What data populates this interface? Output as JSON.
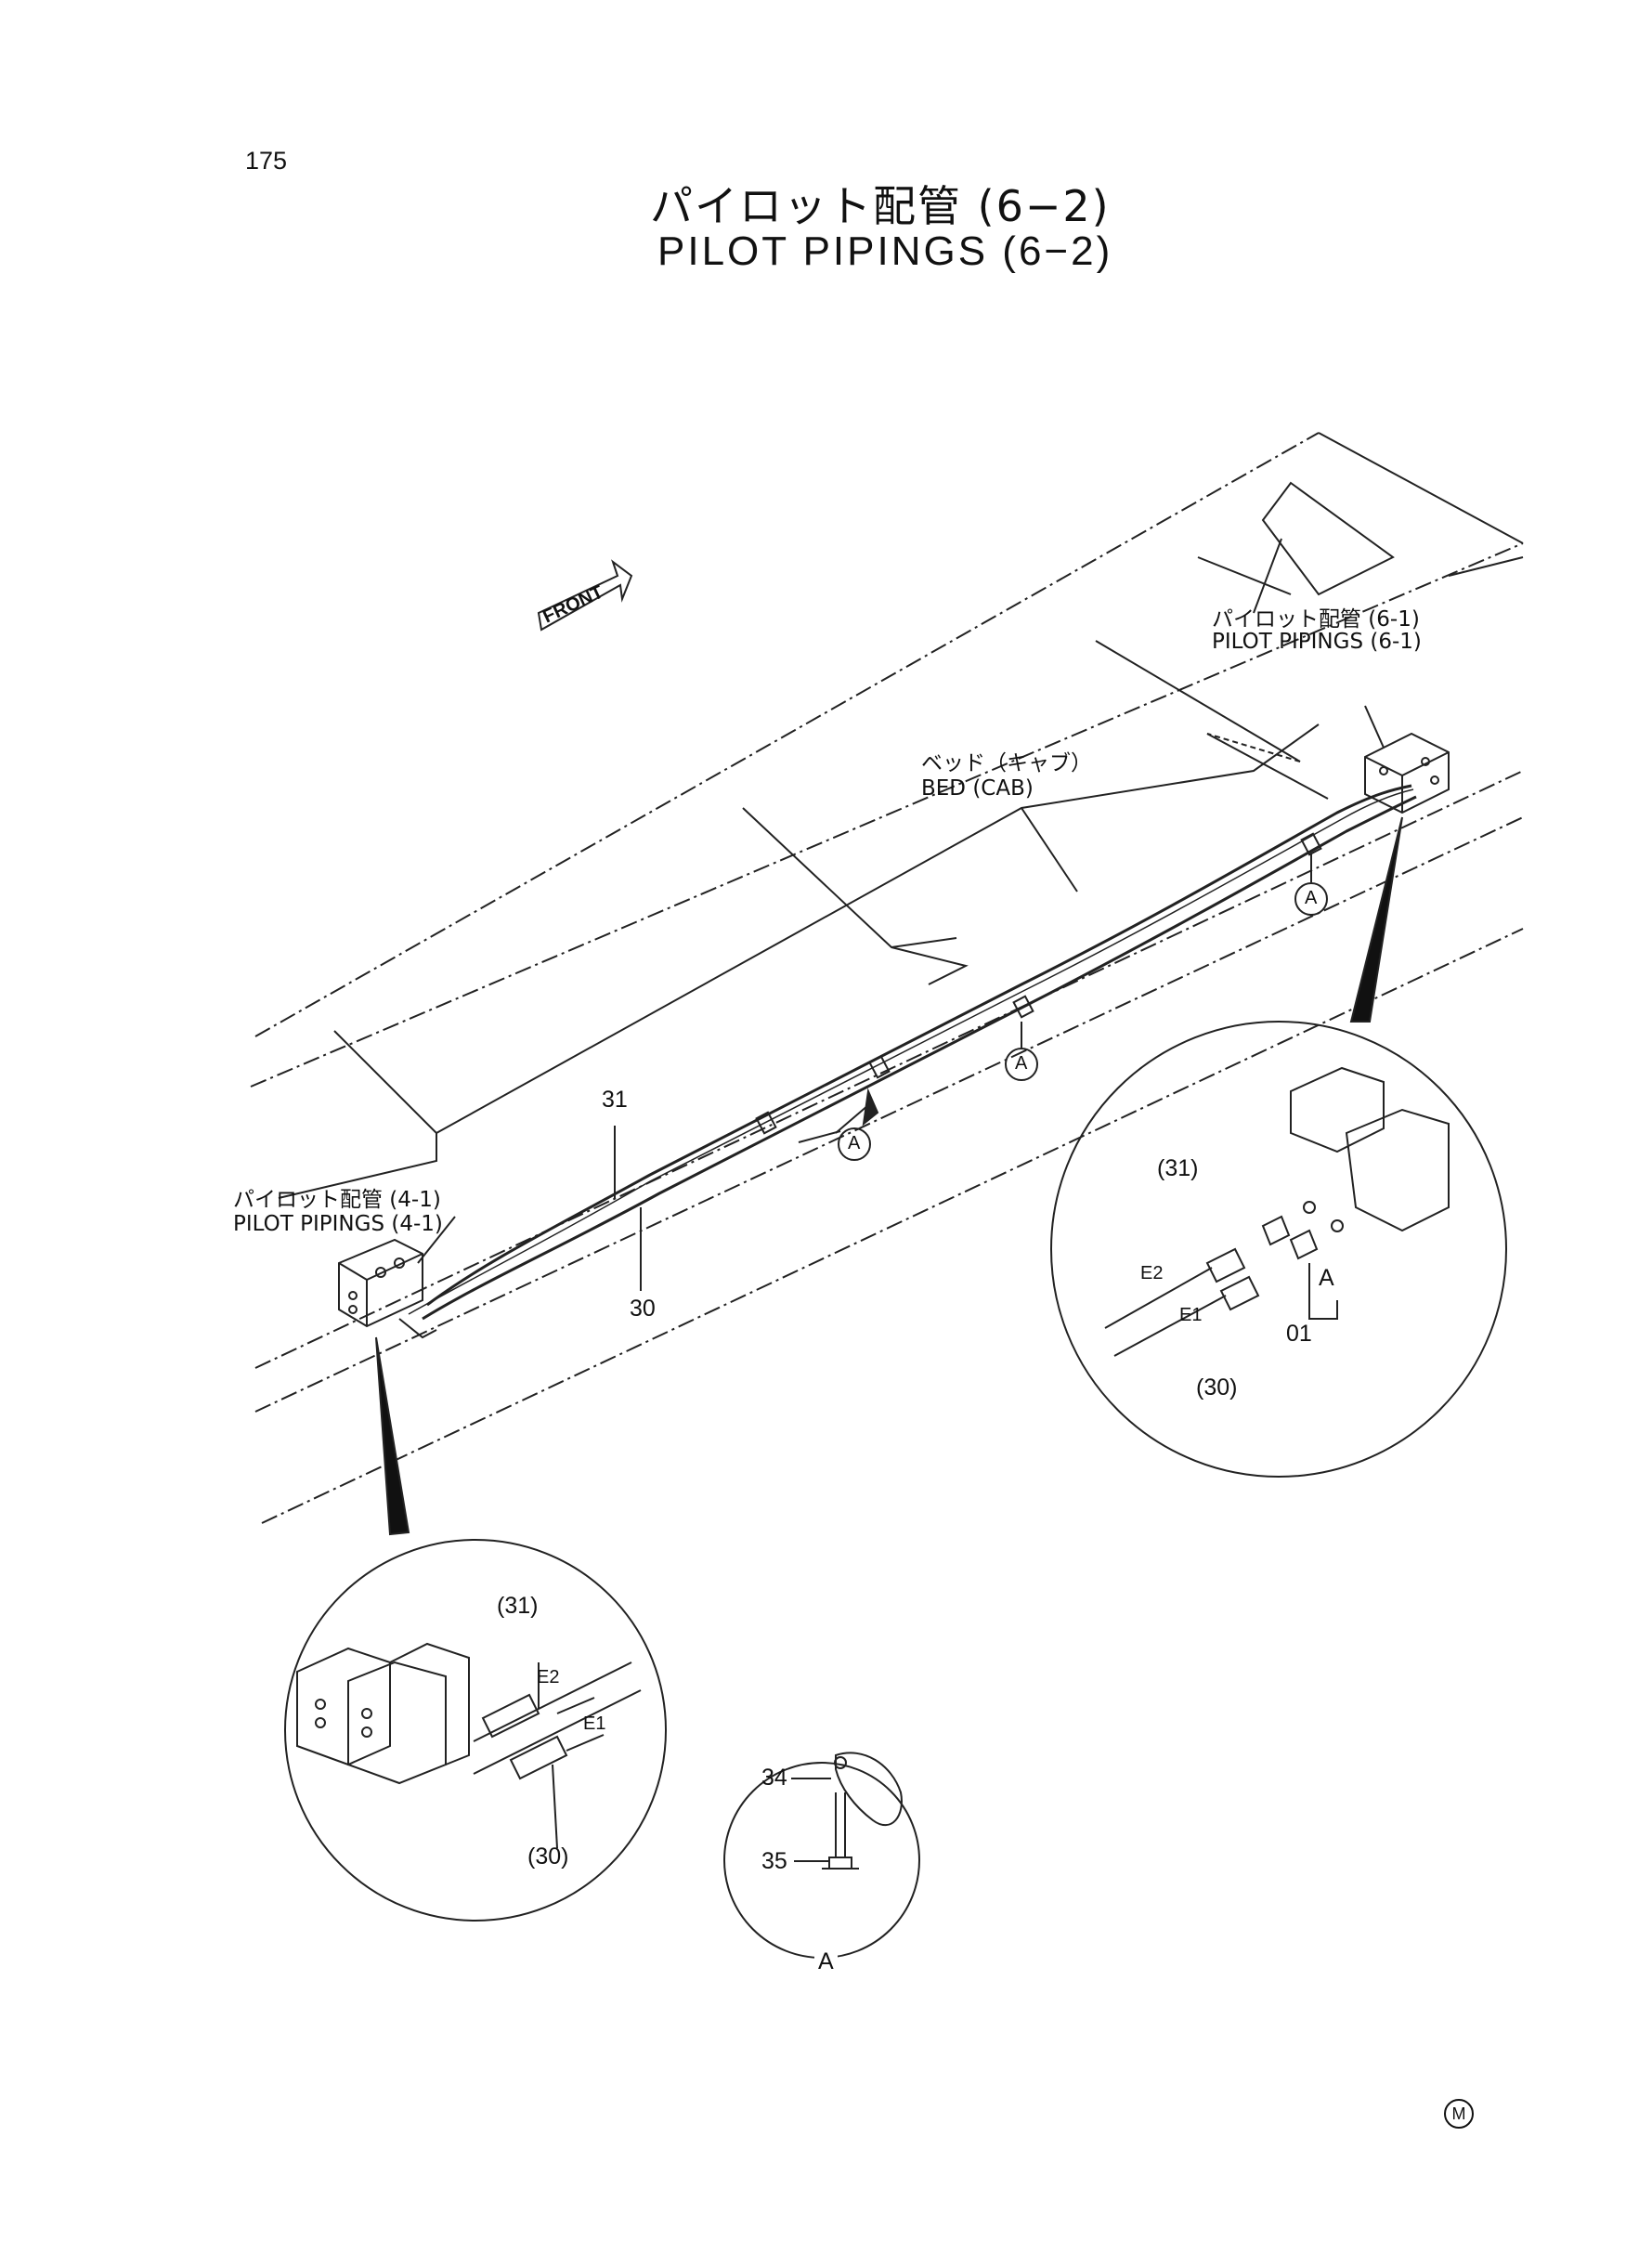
{
  "page": {
    "number": "175"
  },
  "title": {
    "japanese": "パイロット配管 (6−2)",
    "english": "PILOT PIPINGS (6−2)"
  },
  "labels": {
    "front": "FRONT",
    "bed_ja": "ベッド（キャブ）",
    "bed_en": "BED (CAB)",
    "pilot_61_ja": "パイロット配管 (6-1)",
    "pilot_61_en": "PILOT PIPINGS (6-1)",
    "pilot_41_ja": "パイロット配管 (4-1)",
    "pilot_41_en": "PILOT PIPINGS (4-1)"
  },
  "callouts": {
    "hose_31": "31",
    "hose_30": "30",
    "clamp_a": "A",
    "detail_right": {
      "p31": "(31)",
      "p30": "(30)",
      "e2": "E2",
      "e1": "E1",
      "a": "A",
      "p01": "01"
    },
    "detail_left": {
      "p31": "(31)",
      "p30": "(30)",
      "e2": "E2",
      "e1": "E1"
    },
    "detail_a": {
      "p34": "34",
      "p35": "35",
      "a": "A"
    }
  },
  "footer_mark": "M"
}
